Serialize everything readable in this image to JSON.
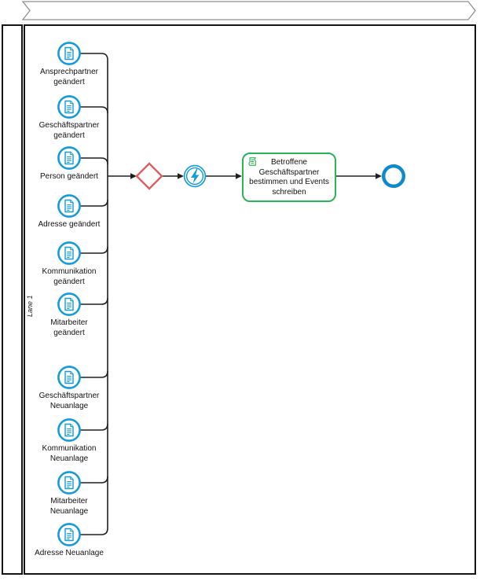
{
  "pool": {
    "lane_label": "Lane 1"
  },
  "start_events": [
    {
      "label": "Ansprechpartner\ngeändert",
      "icon": "document-icon"
    },
    {
      "label": "Geschäftspartner\ngeändert",
      "icon": "document-icon"
    },
    {
      "label": "Person geändert",
      "icon": "document-icon"
    },
    {
      "label": "Adresse geändert",
      "icon": "document-icon"
    },
    {
      "label": "Kommunikation\ngeändert",
      "icon": "document-icon"
    },
    {
      "label": "Mitarbeiter\ngeändert",
      "icon": "document-icon"
    },
    {
      "label": "Geschäftspartner\nNeuanlage",
      "icon": "document-icon"
    },
    {
      "label": "Kommunikation\nNeuanlage",
      "icon": "document-icon"
    },
    {
      "label": "Mitarbeiter\nNeuanlage",
      "icon": "document-icon"
    },
    {
      "label": "Adresse Neuanlage",
      "icon": "document-icon"
    }
  ],
  "gateway": {
    "icon": "exclusive-gateway",
    "color": "#dc5f63"
  },
  "intermediate_event": {
    "icon": "lightning-icon",
    "color": "#149bd9"
  },
  "task": {
    "label": "Betroffene\nGeschäftspartner\nbestimmen und Events\nschreiben",
    "icon": "script-icon",
    "color": "#2eb259"
  },
  "end_event": {
    "color": "#0d89cc"
  },
  "colors": {
    "event_blue": "#149bd9",
    "gateway_red": "#dc5f63",
    "task_green": "#2eb259",
    "end_blue": "#0d89cc",
    "flow_line": "#1f1f1f",
    "frame": "#141414",
    "band_border": "#8f8f8f"
  }
}
